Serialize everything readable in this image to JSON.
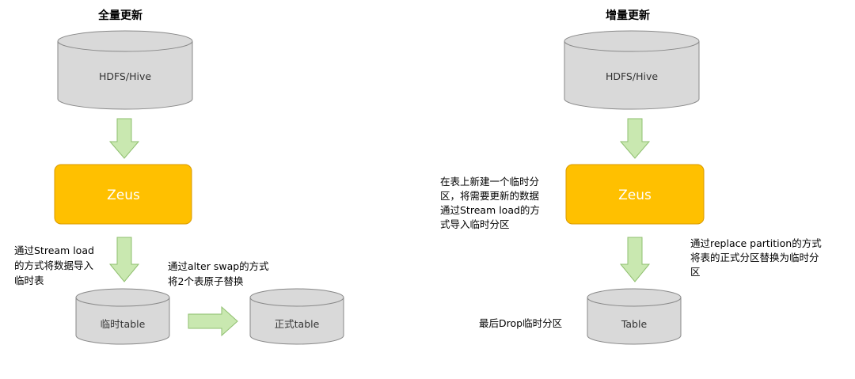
{
  "left": {
    "title": "全量更新",
    "source": "HDFS/Hive",
    "engine": "Zeus",
    "temp_table": "临时table",
    "formal_table": "正式table",
    "note_load": [
      "通过Stream load",
      "的方式将数据导入",
      "临时表"
    ],
    "note_swap": [
      "通过alter swap的方式",
      "将2个表原子替换"
    ]
  },
  "right": {
    "title": "增量更新",
    "source": "HDFS/Hive",
    "engine": "Zeus",
    "table": "Table",
    "note_new_partition": [
      "在表上新建一个临时分",
      "区，将需要更新的数据",
      "通过Stream load的方",
      "式导入临时分区"
    ],
    "note_replace": [
      "通过replace partition的方式",
      "将表的正式分区替换为临时分",
      "区"
    ],
    "note_drop": "最后Drop临时分区"
  },
  "colors": {
    "cylinder_fill": "#d9d9d9",
    "cylinder_stroke": "#888888",
    "engine_fill": "#ffc000",
    "engine_stroke": "#d99a00",
    "arrow_fill": "#c9e8b0",
    "arrow_stroke": "#8fbf6f"
  }
}
